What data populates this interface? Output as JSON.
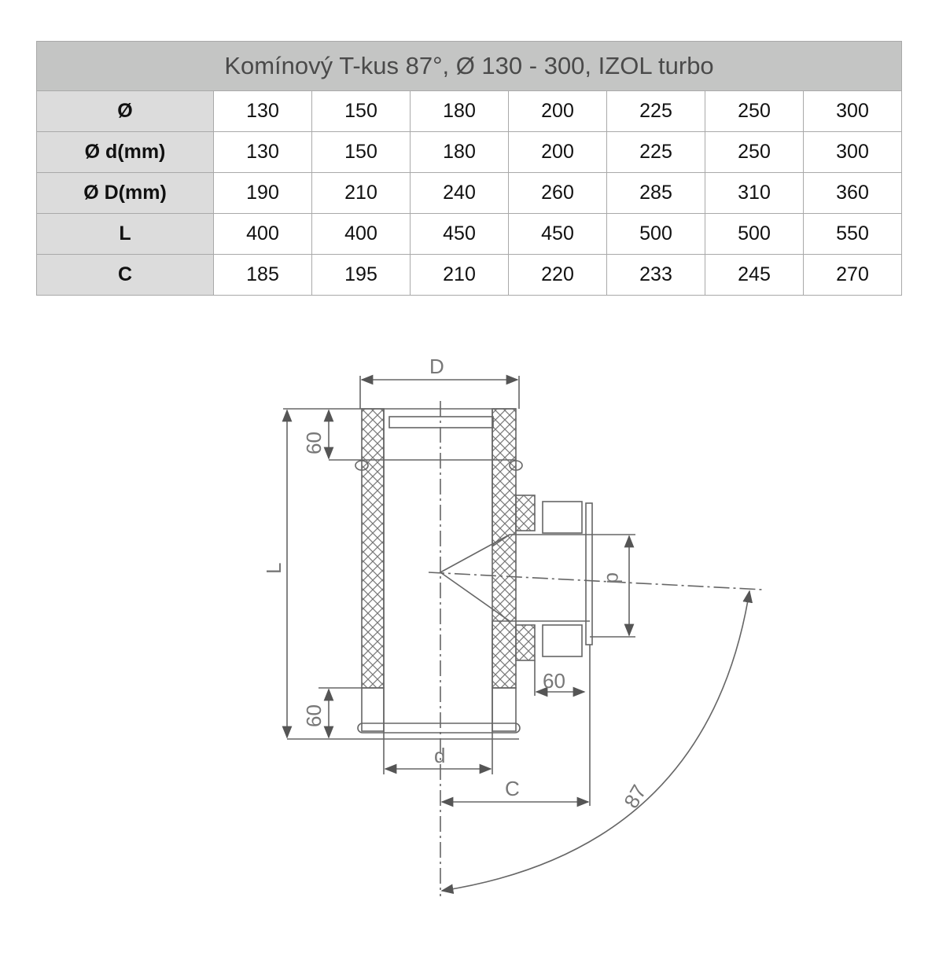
{
  "table": {
    "title": "Komínový T-kus 87°, Ø 130 - 300, IZOL turbo",
    "rows": [
      {
        "label": "Ø",
        "values": [
          "130",
          "150",
          "180",
          "200",
          "225",
          "250",
          "300"
        ]
      },
      {
        "label": "Ø d(mm)",
        "values": [
          "130",
          "150",
          "180",
          "200",
          "225",
          "250",
          "300"
        ]
      },
      {
        "label": "Ø D(mm)",
        "values": [
          "190",
          "210",
          "240",
          "260",
          "285",
          "310",
          "360"
        ]
      },
      {
        "label": "L",
        "values": [
          "400",
          "400",
          "450",
          "450",
          "500",
          "500",
          "550"
        ]
      },
      {
        "label": "C",
        "values": [
          "185",
          "195",
          "210",
          "220",
          "233",
          "245",
          "270"
        ]
      }
    ]
  },
  "diagram": {
    "label_D": "D",
    "label_60_top": "60",
    "label_60_bottom": "60",
    "label_60_branch": "60",
    "label_L": "L",
    "label_d_bottom": "d",
    "label_d_branch": "d",
    "label_C": "C",
    "label_angle": "87"
  }
}
